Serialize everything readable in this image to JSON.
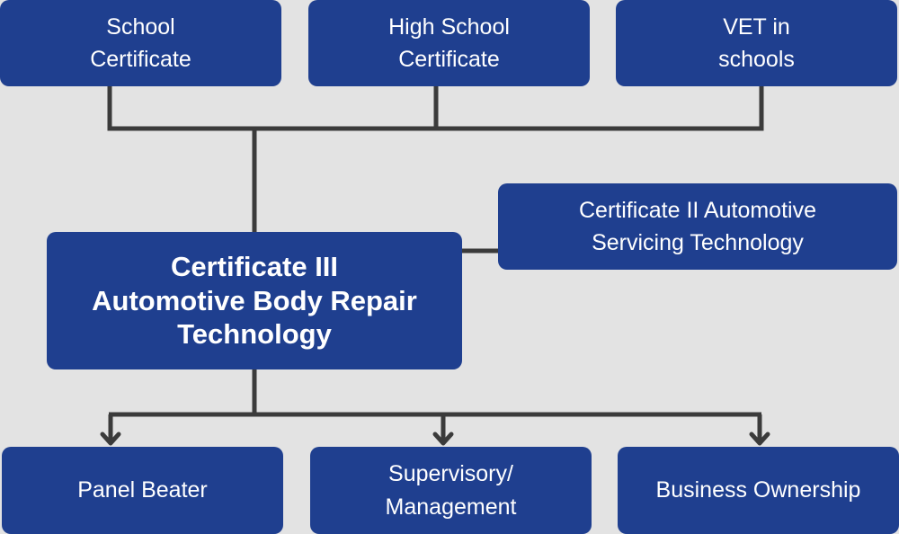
{
  "diagram": {
    "colors": {
      "background": "#e3e3e3",
      "node_fill": "#1f3f8f",
      "node_text": "#ffffff",
      "connector": "#3b3b3b"
    },
    "pathways_in": [
      {
        "id": "school",
        "label": "School\nCertificate"
      },
      {
        "id": "hsc",
        "label": "High School\nCertificate"
      },
      {
        "id": "vet",
        "label": "VET in\nschools"
      }
    ],
    "main_qualification": {
      "label": "Certificate III\nAutomotive Body Repair\nTechnology"
    },
    "related_qualification": {
      "label": "Certificate II Automotive\nServicing Technology"
    },
    "career_outcomes": [
      {
        "id": "panel",
        "label": "Panel Beater"
      },
      {
        "id": "super",
        "label": "Supervisory/\nManagement"
      },
      {
        "id": "business",
        "label": "Business Ownership"
      }
    ]
  }
}
